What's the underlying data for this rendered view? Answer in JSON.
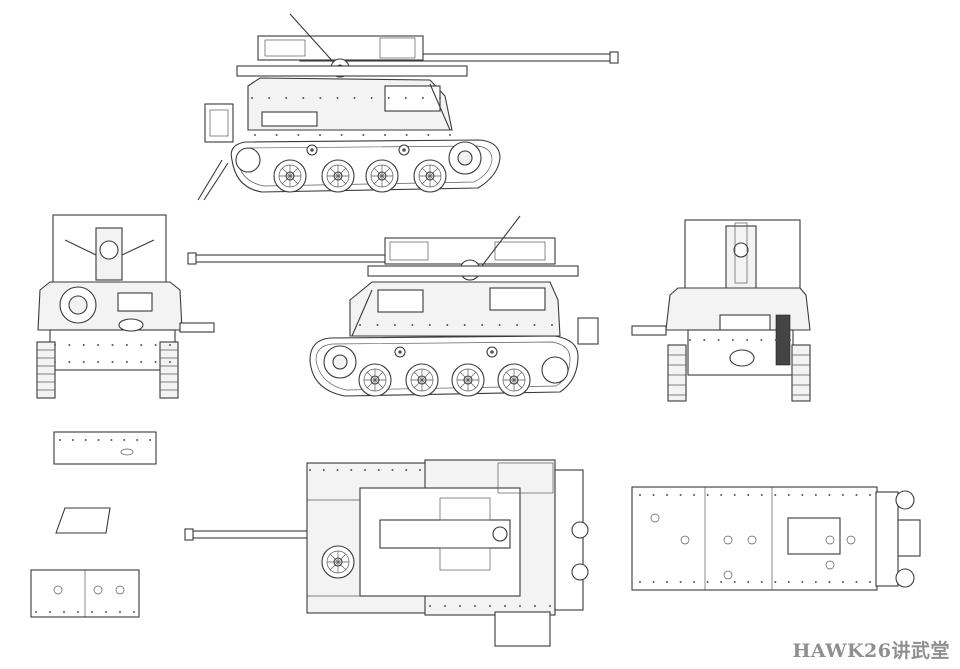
{
  "drawing": {
    "views": [
      {
        "id": "side-left",
        "label": ""
      },
      {
        "id": "side-right",
        "label": ""
      },
      {
        "id": "front",
        "label": ""
      },
      {
        "id": "rear",
        "label": ""
      },
      {
        "id": "top",
        "label": ""
      },
      {
        "id": "bottom",
        "label": ""
      },
      {
        "id": "detail-plates",
        "label": ""
      }
    ]
  },
  "watermark": {
    "text": "HAWK26讲武堂"
  }
}
